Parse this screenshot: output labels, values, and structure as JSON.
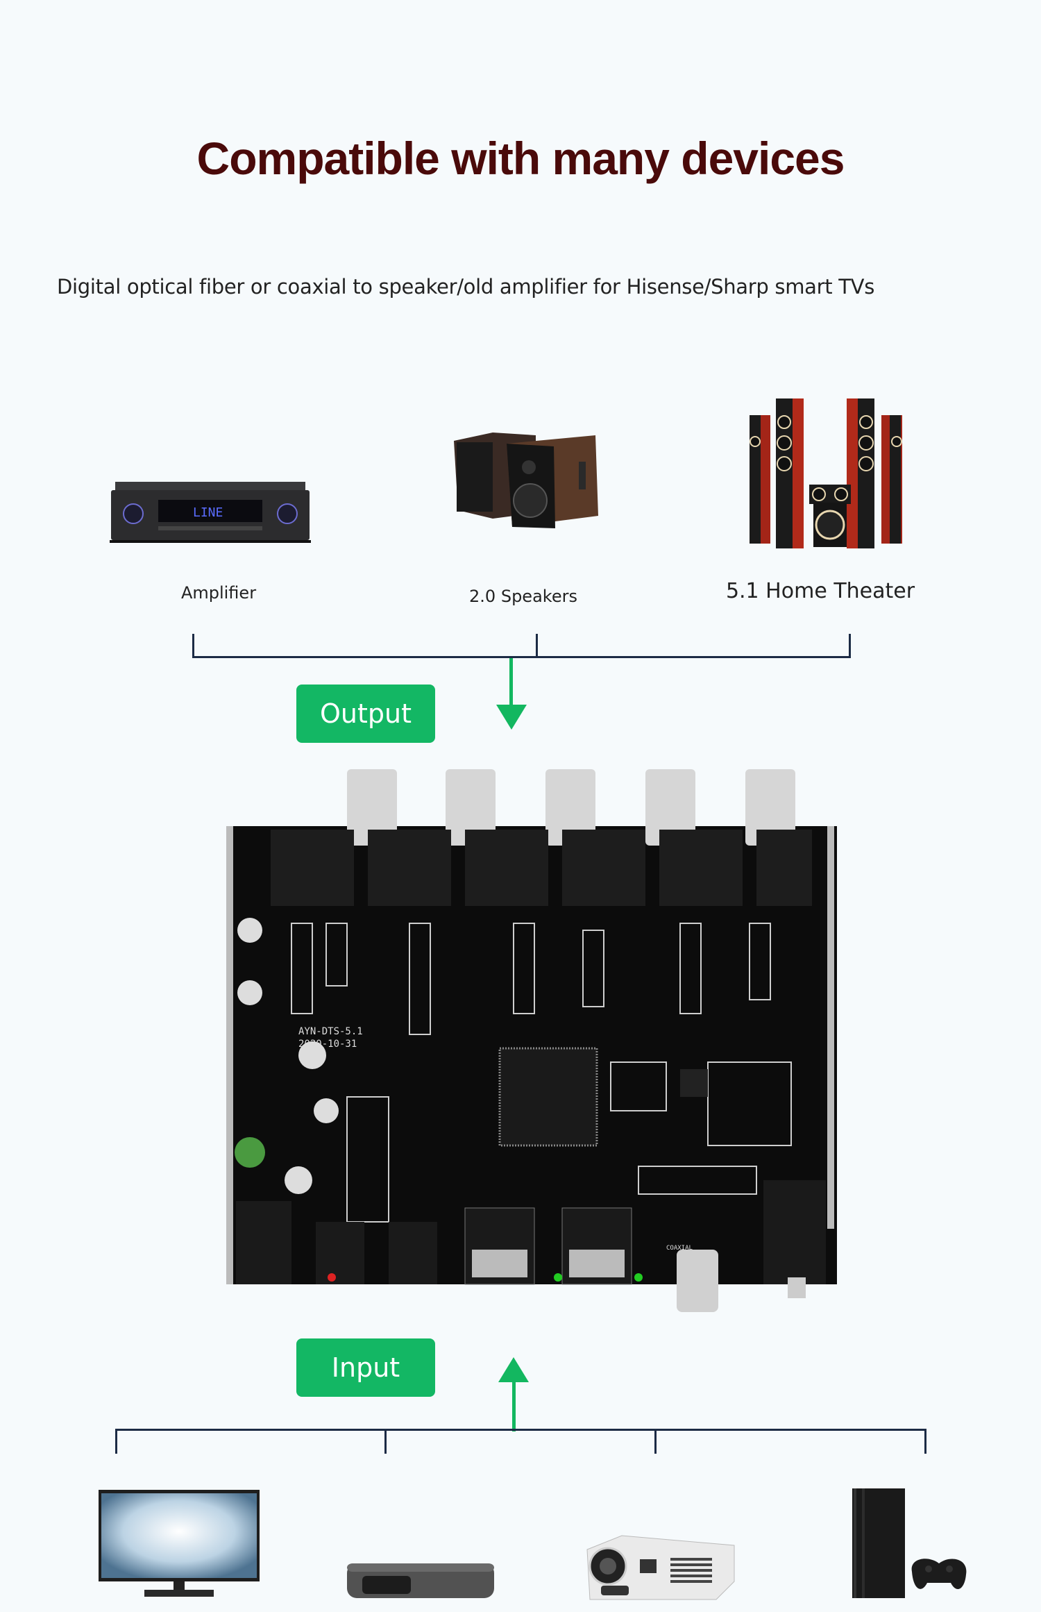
{
  "header": {
    "title": "Compatible with many devices",
    "subtitle": "Digital optical fiber or coaxial to speaker/old amplifier for Hisense/Sharp smart TVs"
  },
  "output_devices": [
    {
      "label": "Amplifier",
      "icon": "amplifier-icon"
    },
    {
      "label": "2.0 Speakers",
      "icon": "speakers-icon"
    },
    {
      "label": "5.1 Home Theater",
      "icon": "home-theater-icon"
    }
  ],
  "flow": {
    "output_label": "Output",
    "input_label": "Input"
  },
  "board": {
    "model_text": "AYN-DTS-5.1",
    "date_text": "2020-10-31",
    "coaxial_label": "COAXIAL"
  },
  "input_devices": [
    {
      "icon": "tv-icon"
    },
    {
      "icon": "set-top-box-icon"
    },
    {
      "icon": "projector-icon"
    },
    {
      "icon": "game-console-icon"
    }
  ],
  "colors": {
    "title": "#4a0a0a",
    "accent_green": "#13b764",
    "line_navy": "#1c2b45",
    "background": "#f6fafc"
  }
}
